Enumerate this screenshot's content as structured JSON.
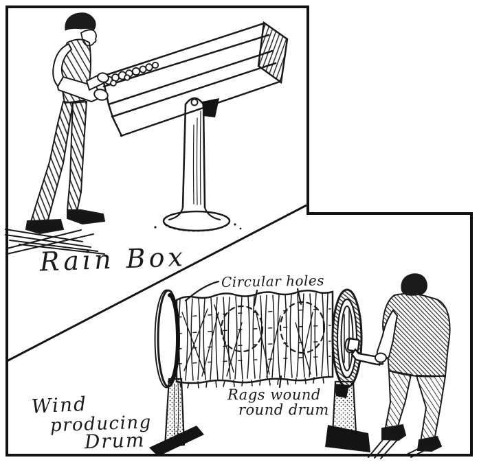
{
  "illustration": {
    "colors": {
      "ink": "#1a1a1a",
      "paper": "#ffffff"
    },
    "rain_box": {
      "caption": "Rain Box"
    },
    "wind_drum": {
      "caption_lines": [
        "Wind",
        "producing",
        "Drum"
      ],
      "holes_annotation": "Circular holes",
      "rags_annotation_lines": [
        "Rags wound",
        "round drum"
      ]
    }
  }
}
